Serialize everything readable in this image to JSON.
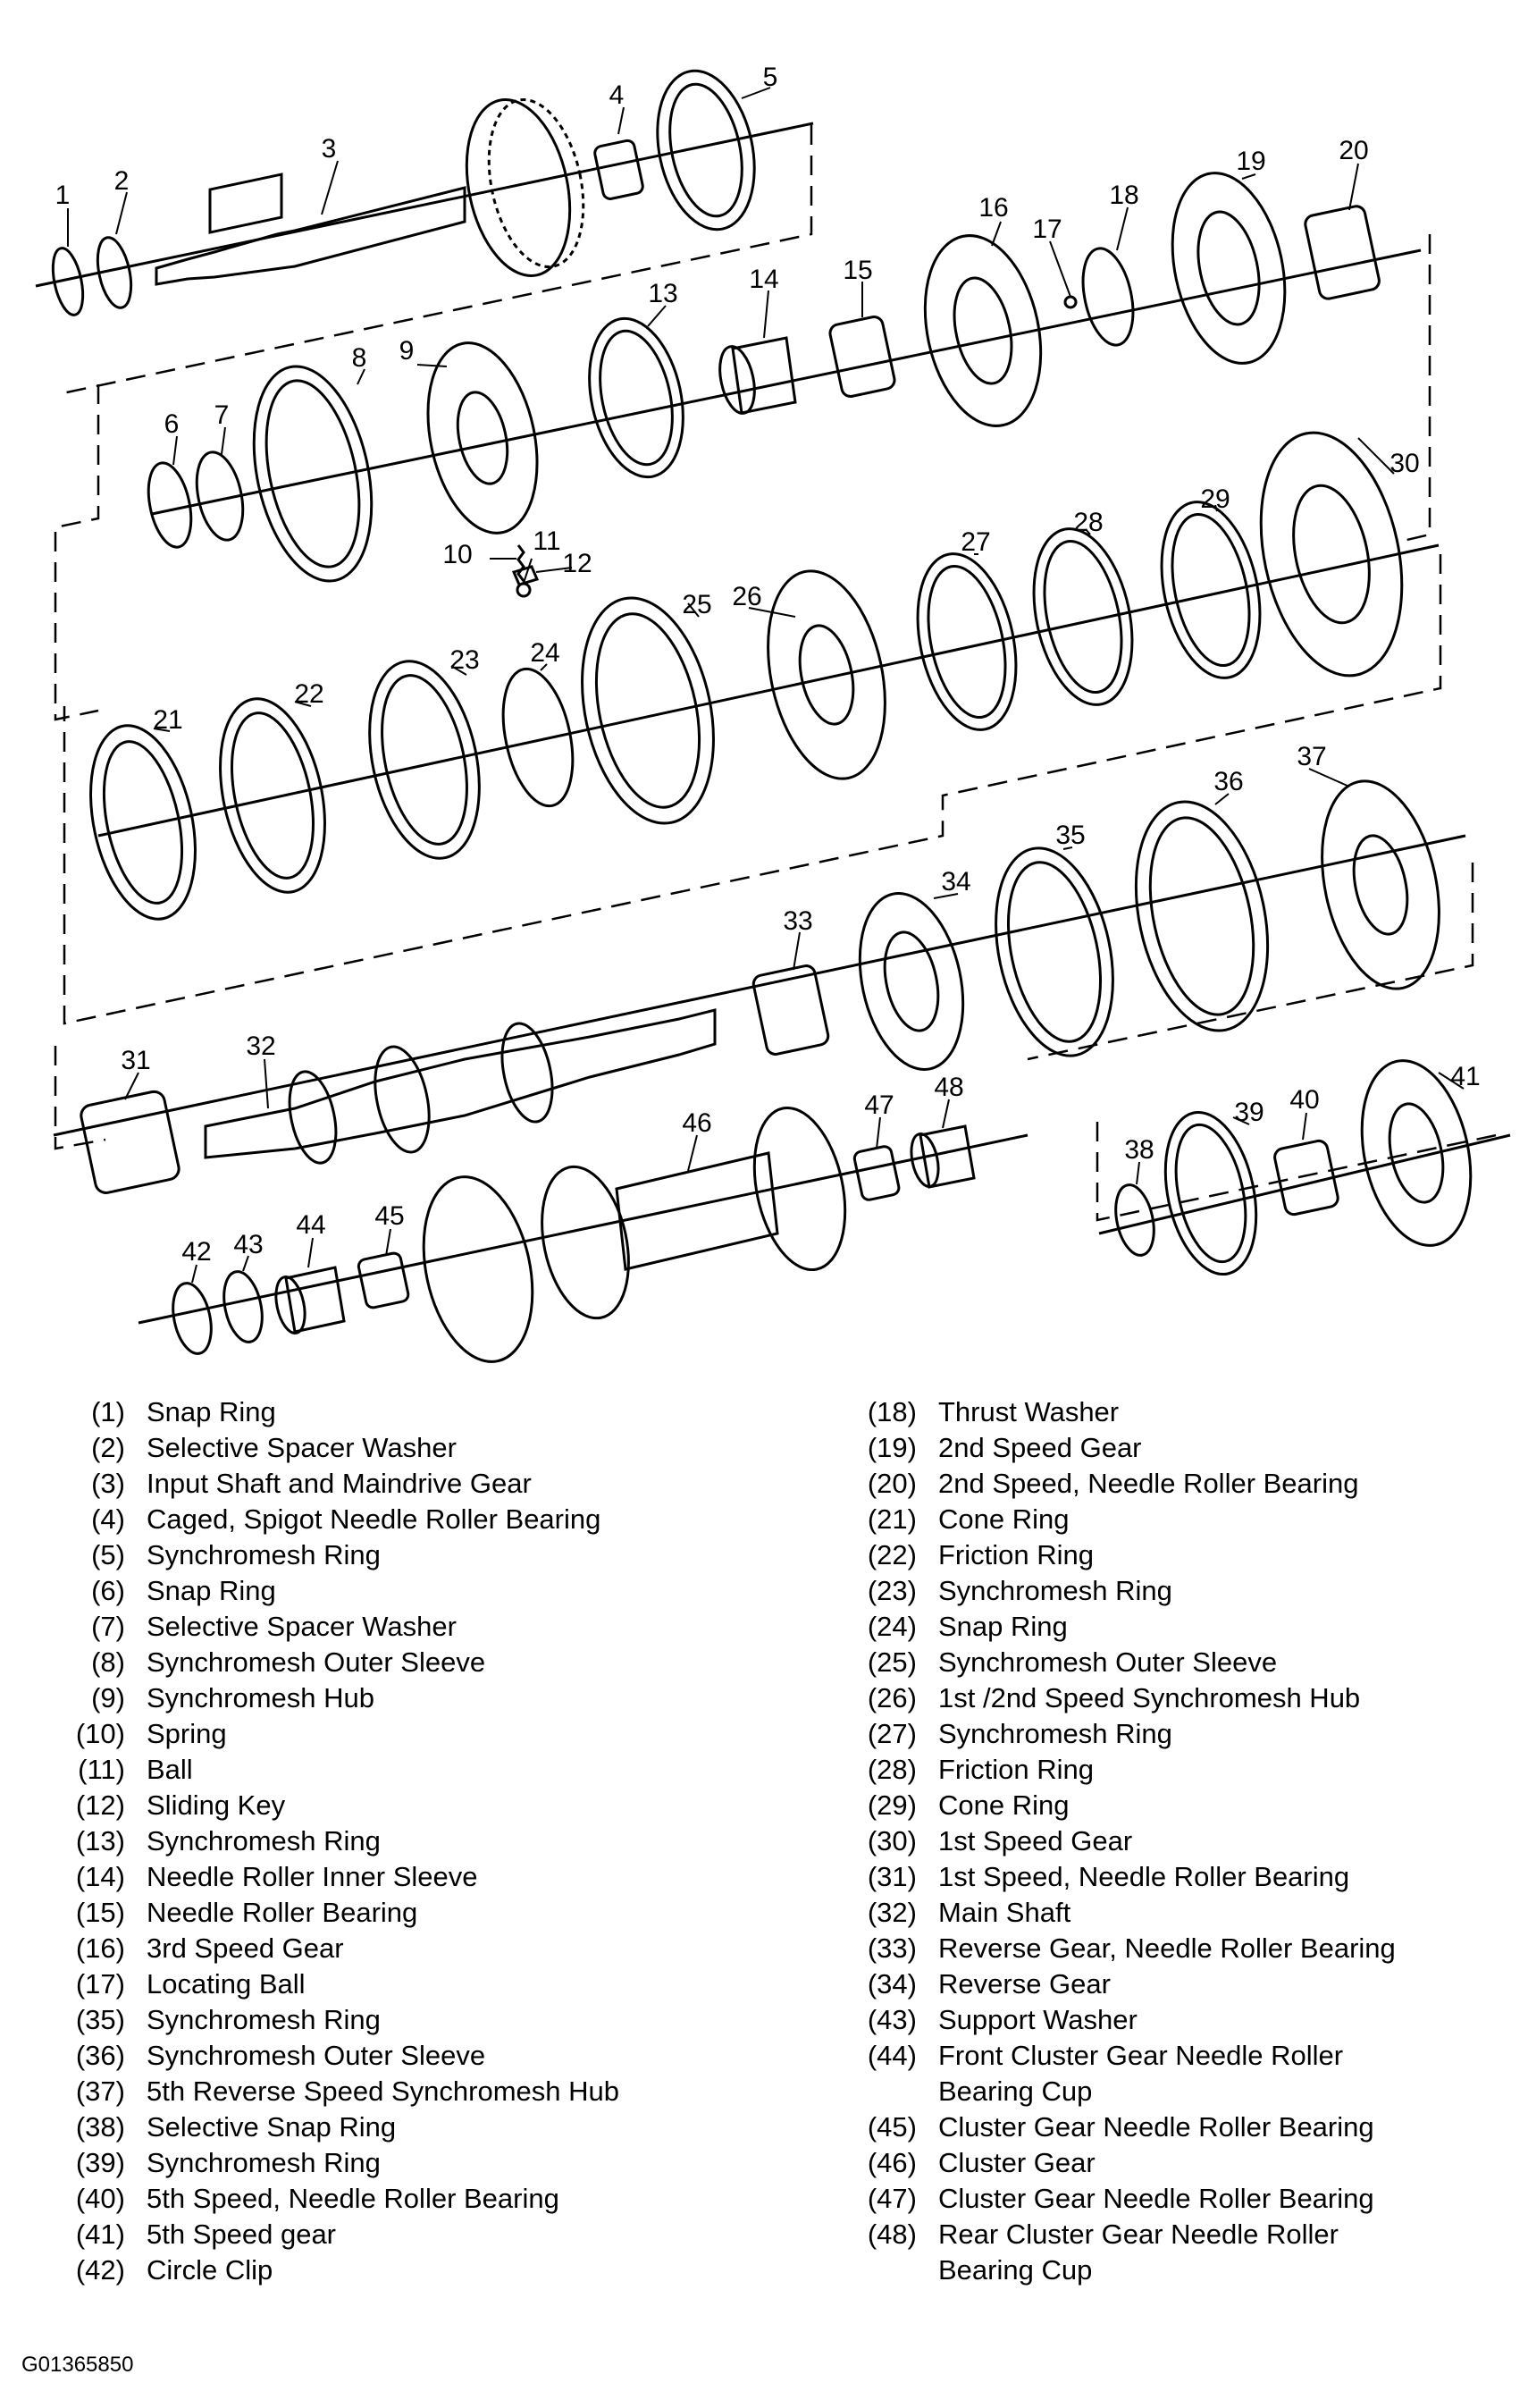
{
  "figure_id": "G01365850",
  "callouts": [
    "1",
    "2",
    "3",
    "4",
    "5",
    "6",
    "7",
    "8",
    "9",
    "10",
    "11",
    "12",
    "13",
    "14",
    "15",
    "16",
    "17",
    "18",
    "19",
    "20",
    "21",
    "22",
    "23",
    "24",
    "25",
    "26",
    "27",
    "28",
    "29",
    "30",
    "31",
    "32",
    "33",
    "34",
    "35",
    "36",
    "37",
    "38",
    "39",
    "40",
    "41",
    "42",
    "43",
    "44",
    "45",
    "46",
    "47",
    "48"
  ],
  "legend_left": [
    {
      "num": "(1)",
      "label": "Snap Ring"
    },
    {
      "num": "(2)",
      "label": "Selective Spacer Washer"
    },
    {
      "num": "(3)",
      "label": "Input Shaft and Maindrive Gear"
    },
    {
      "num": "(4)",
      "label": "Caged, Spigot Needle Roller Bearing"
    },
    {
      "num": "(5)",
      "label": "Synchromesh Ring"
    },
    {
      "num": "(6)",
      "label": "Snap Ring"
    },
    {
      "num": "(7)",
      "label": "Selective Spacer Washer"
    },
    {
      "num": "(8)",
      "label": "Synchromesh Outer Sleeve"
    },
    {
      "num": "(9)",
      "label": "Synchromesh Hub"
    },
    {
      "num": "(10)",
      "label": "Spring"
    },
    {
      "num": "(11)",
      "label": "Ball"
    },
    {
      "num": "(12)",
      "label": "Sliding Key"
    },
    {
      "num": "(13)",
      "label": "Synchromesh Ring"
    },
    {
      "num": "(14)",
      "label": "Needle Roller Inner Sleeve"
    },
    {
      "num": "(15)",
      "label": "Needle Roller Bearing"
    },
    {
      "num": "(16)",
      "label": "3rd Speed Gear"
    },
    {
      "num": "(17)",
      "label": "Locating Ball"
    },
    {
      "num": "(35)",
      "label": "Synchromesh Ring"
    },
    {
      "num": "(36)",
      "label": "Synchromesh Outer Sleeve"
    },
    {
      "num": "(37)",
      "label": "5th Reverse Speed Synchromesh Hub"
    },
    {
      "num": "(38)",
      "label": "Selective Snap Ring"
    },
    {
      "num": "(39)",
      "label": "Synchromesh Ring"
    },
    {
      "num": "(40)",
      "label": "5th Speed, Needle Roller Bearing"
    },
    {
      "num": "(41)",
      "label": "5th Speed gear"
    },
    {
      "num": "(42)",
      "label": "Circle Clip"
    }
  ],
  "legend_right": [
    {
      "num": "(18)",
      "label": "Thrust Washer"
    },
    {
      "num": "(19)",
      "label": "2nd Speed Gear"
    },
    {
      "num": "(20)",
      "label": "2nd Speed, Needle Roller Bearing"
    },
    {
      "num": "(21)",
      "label": "Cone Ring"
    },
    {
      "num": "(22)",
      "label": "Friction Ring"
    },
    {
      "num": "(23)",
      "label": "Synchromesh Ring"
    },
    {
      "num": "(24)",
      "label": "Snap Ring"
    },
    {
      "num": "(25)",
      "label": "Synchromesh Outer Sleeve"
    },
    {
      "num": "(26)",
      "label": "1st /2nd Speed Synchromesh Hub"
    },
    {
      "num": "(27)",
      "label": "Synchromesh Ring"
    },
    {
      "num": "(28)",
      "label": "Friction Ring"
    },
    {
      "num": "(29)",
      "label": "Cone Ring"
    },
    {
      "num": "(30)",
      "label": "1st Speed Gear"
    },
    {
      "num": "(31)",
      "label": "1st Speed, Needle Roller Bearing"
    },
    {
      "num": "(32)",
      "label": "Main Shaft"
    },
    {
      "num": "(33)",
      "label": "Reverse Gear, Needle Roller Bearing"
    },
    {
      "num": "(34)",
      "label": "Reverse Gear"
    },
    {
      "num": "(43)",
      "label": "Support Washer"
    },
    {
      "num": "(44)",
      "label": "Front Cluster Gear Needle Roller\nBearing Cup"
    },
    {
      "num": "(45)",
      "label": "Cluster Gear Needle Roller Bearing"
    },
    {
      "num": "(46)",
      "label": "Cluster Gear"
    },
    {
      "num": "(47)",
      "label": "Cluster Gear Needle Roller Bearing"
    },
    {
      "num": "(48)",
      "label": "Rear Cluster Gear Needle Roller\nBearing Cup"
    }
  ]
}
